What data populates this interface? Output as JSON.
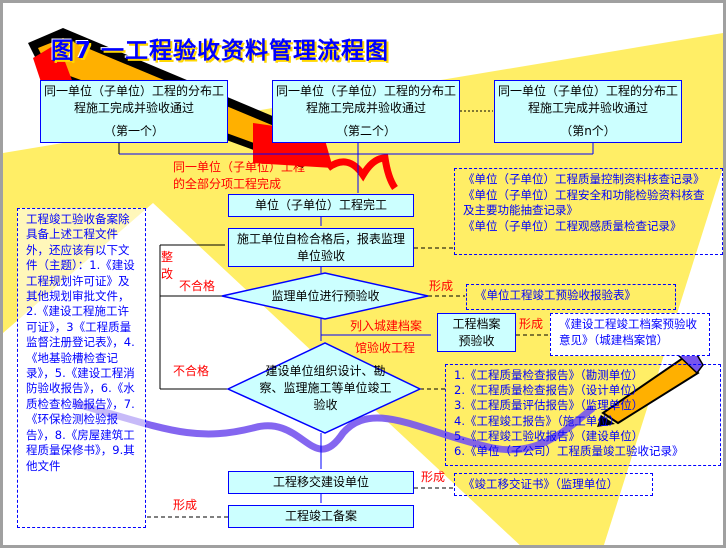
{
  "title": "图7 一工程验收资料管理流程图",
  "top_boxes": [
    {
      "text": "同一单位（子单位）工程的分布工程施工完成并验收通过",
      "sub": "（第一个）"
    },
    {
      "text": "同一单位（子单位）工程的分布工程施工完成并验收通过",
      "sub": "（第二个）"
    },
    {
      "text": "同一单位（子单位）工程的分布工程施工完成并验收通过",
      "sub": "（第n个）"
    }
  ],
  "labels": {
    "all_done": "同一单位（子单位）工程的全部分项工程完成",
    "rectify": "整改",
    "fail1": "不合格",
    "fail2": "不合格",
    "form1": "形成",
    "form2": "形成",
    "form3": "形成",
    "form4": "形成",
    "archive_line1": "列入城建档案",
    "archive_line2": "馆验收工程"
  },
  "flow": {
    "completed": "单位（子单位）工程完工",
    "self_check": "施工单位自检合格后，报表监理单位验收",
    "pre_accept": "监理单位进行预验收",
    "archive_pre": "工程档案预验收",
    "final_accept": "建设单位组织设计、勘察、监理施工等单位竣工验收",
    "handover": "工程移交建设单位",
    "filing": "工程竣工备案"
  },
  "docs": {
    "left_note": "工程竣工验收备案除具备上述工程文件外，还应该有以下文件（主题）：1.《建设工程规划许可证》及其他规划审批文件，2.《建设工程施工许可证》，3《工程质量监督注册登记表》，4.《地基验槽检查记录》，5.《建设工程消防验收报告》，6.《水质检查检验报告》，7.《环保检测检验报告》，8.《房屋建筑工程质量保修书》，9.其他文件",
    "records": [
      "《单位（子单位）工程质量控制资料核查记录》",
      "《单位（子单位）工程安全和功能检验资料核查及主要功能抽查记录》",
      "《单位（子单位）工程观感质量检查记录》"
    ],
    "pre_report": "《单位工程竣工预验收报验表》",
    "archive_opinion": "《建设工程竣工档案预验收意见》（城建档案馆）",
    "reports": [
      "1.《工程质量检查报告》（勘测单位）",
      "2.《工程质量检查报告》（设计单位）",
      "3.《工程质量评估报告》（监理单位）",
      "4.《工程竣工报告》（施工单位）",
      "5.《工程竣工验收报告》（建设单位）",
      "6.《单位（子公司）工程质量竣工验收记录》"
    ],
    "handover_cert": "《竣工移交证书》（监理单位）"
  },
  "colors": {
    "box_fill": "#ccffff",
    "border": "#0000ff",
    "label": "#ff0000",
    "background_shape": "#ffee66"
  }
}
